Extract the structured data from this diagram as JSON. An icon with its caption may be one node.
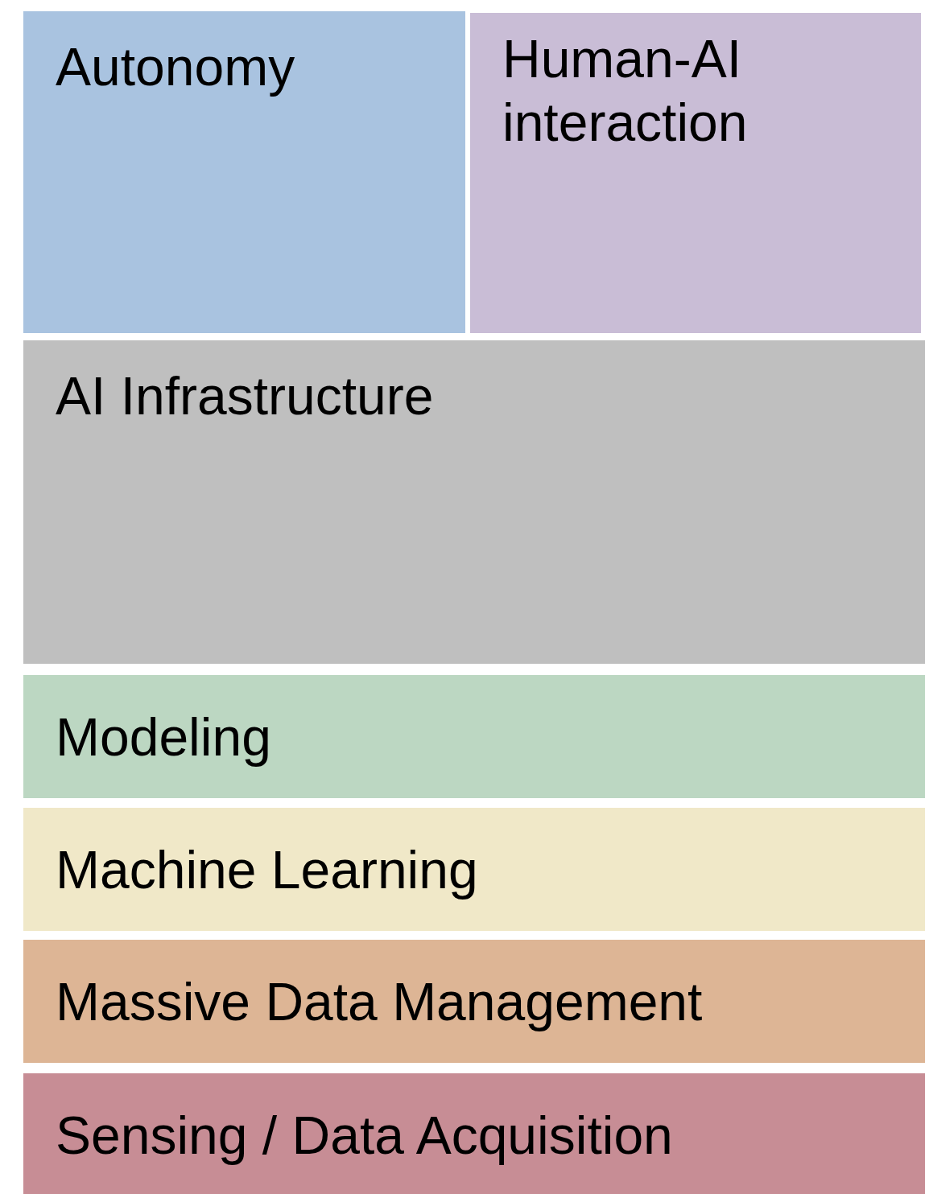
{
  "diagram": {
    "nodes": [
      {
        "text": [
          "Autonomy"
        ]
      },
      {
        "text": [
          "Human-AI interaction"
        ]
      },
      {
        "text": [
          "AI Infrastructure"
        ]
      },
      {
        "text": [
          "Modeling"
        ]
      },
      {
        "text": [
          "Machine Learning"
        ]
      },
      {
        "text": [
          "Massive Data Management"
        ]
      },
      {
        "text": [
          "Sensing / Data Acquisition"
        ]
      }
    ]
  }
}
